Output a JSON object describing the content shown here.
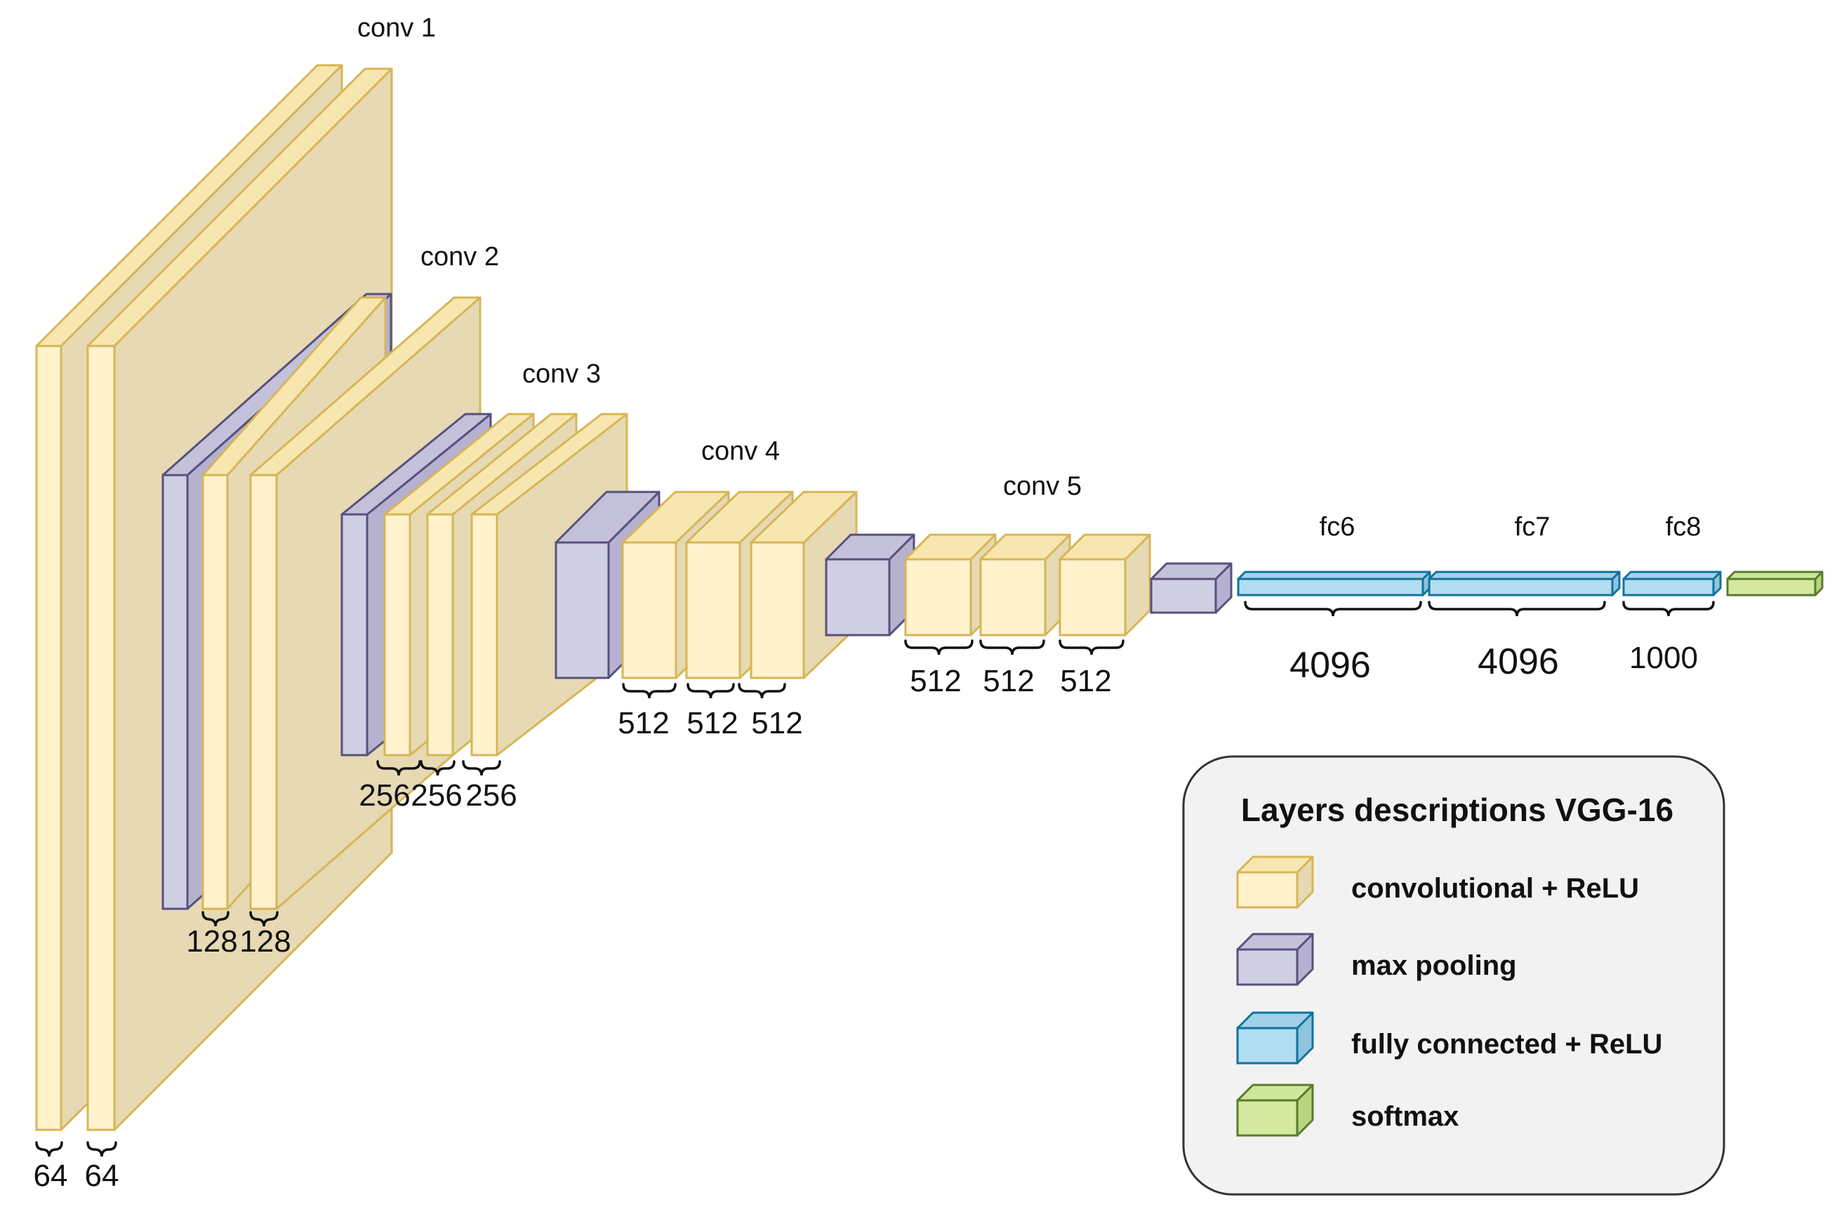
{
  "diagram": {
    "colors": {
      "conv": {
        "front": "#fff2cc",
        "top": "#f8e6b0",
        "side": "#e6d9b3",
        "stroke": "#d6b656"
      },
      "pool": {
        "front": "#d0cee2",
        "top": "#c4c1da",
        "side": "#b5b1cf",
        "stroke": "#56517e"
      },
      "fc": {
        "front": "#b1ddf0",
        "top": "#a2d2e8",
        "side": "#8ec4dd",
        "stroke": "#10739e"
      },
      "softmax": {
        "front": "#d5e8a0",
        "top": "#cde89a",
        "side": "#b8d67e",
        "stroke": "#5a7a2e"
      }
    },
    "group_labels": [
      "conv 1",
      "conv 2",
      "conv 3",
      "conv 4",
      "conv 5",
      "fc6",
      "fc7",
      "fc8"
    ],
    "layers": [
      {
        "name": "conv1-1",
        "type": "conv",
        "channels": "64"
      },
      {
        "name": "conv1-2",
        "type": "conv",
        "channels": "64"
      },
      {
        "name": "pool1",
        "type": "pool"
      },
      {
        "name": "conv2-1",
        "type": "conv",
        "channels": "128"
      },
      {
        "name": "conv2-2",
        "type": "conv",
        "channels": "128"
      },
      {
        "name": "pool2",
        "type": "pool"
      },
      {
        "name": "conv3-1",
        "type": "conv",
        "channels": "256"
      },
      {
        "name": "conv3-2",
        "type": "conv",
        "channels": "256"
      },
      {
        "name": "conv3-3",
        "type": "conv",
        "channels": "256"
      },
      {
        "name": "pool3",
        "type": "pool"
      },
      {
        "name": "conv4-1",
        "type": "conv",
        "channels": "512"
      },
      {
        "name": "conv4-2",
        "type": "conv",
        "channels": "512"
      },
      {
        "name": "conv4-3",
        "type": "conv",
        "channels": "512"
      },
      {
        "name": "pool4",
        "type": "pool"
      },
      {
        "name": "conv5-1",
        "type": "conv",
        "channels": "512"
      },
      {
        "name": "conv5-2",
        "type": "conv",
        "channels": "512"
      },
      {
        "name": "conv5-3",
        "type": "conv",
        "channels": "512"
      },
      {
        "name": "pool5",
        "type": "pool"
      },
      {
        "name": "fc6",
        "type": "fc",
        "channels": "4096"
      },
      {
        "name": "fc7",
        "type": "fc",
        "channels": "4096"
      },
      {
        "name": "fc8",
        "type": "fc",
        "channels": "1000"
      },
      {
        "name": "softmax",
        "type": "softmax"
      }
    ]
  },
  "legend": {
    "title": "Layers descriptions VGG-16",
    "items": [
      {
        "type": "conv",
        "label": "convolutional + ReLU"
      },
      {
        "type": "pool",
        "label": "max pooling"
      },
      {
        "type": "fc",
        "label": "fully connected + ReLU"
      },
      {
        "type": "softmax",
        "label": "softmax"
      }
    ]
  }
}
